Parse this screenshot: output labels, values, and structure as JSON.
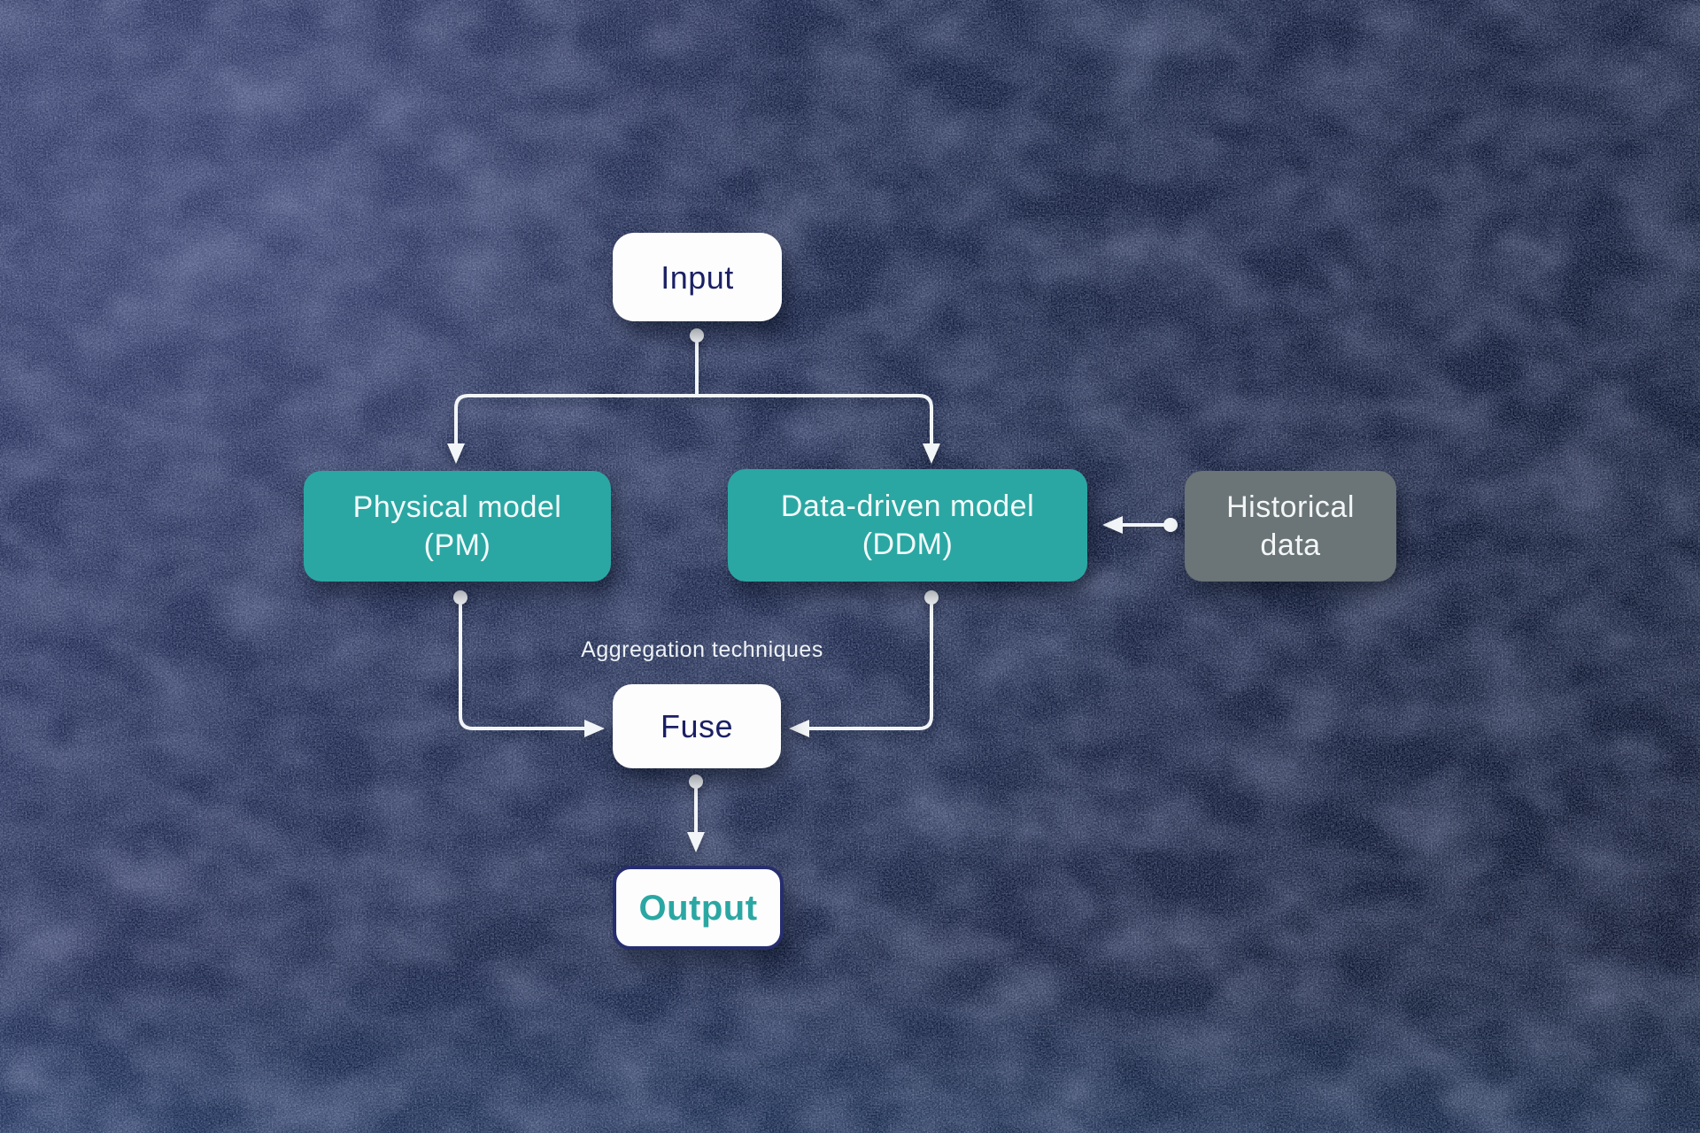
{
  "diagram": {
    "nodes": {
      "input": {
        "label": "Input"
      },
      "pm": {
        "line1": "Physical model",
        "line2": "(PM)"
      },
      "ddm": {
        "line1": "Data-driven model",
        "line2": "(DDM)"
      },
      "historical": {
        "line1": "Historical",
        "line2": "data"
      },
      "fuse": {
        "label": "Fuse"
      },
      "output": {
        "label": "Output"
      }
    },
    "annotation": "Aggregation techniques",
    "edges": [
      {
        "from": "input",
        "to": "pm",
        "style": "arrow"
      },
      {
        "from": "input",
        "to": "ddm",
        "style": "arrow"
      },
      {
        "from": "historical",
        "to": "ddm",
        "style": "arrow"
      },
      {
        "from": "pm",
        "to": "fuse",
        "style": "arrow"
      },
      {
        "from": "ddm",
        "to": "fuse",
        "style": "arrow"
      },
      {
        "from": "fuse",
        "to": "output",
        "style": "arrow"
      }
    ]
  },
  "colors": {
    "teal": "#2ba7a3",
    "grayNode": "#6b7476",
    "nodeWhite": "#fdfdfe",
    "navyText": "#1b2064",
    "outputText": "#2ba7a3",
    "outputBorder": "#272e6d",
    "line": "#f2f5f7",
    "bgBase": "#0d1530",
    "bgLight": "#2c355e"
  }
}
